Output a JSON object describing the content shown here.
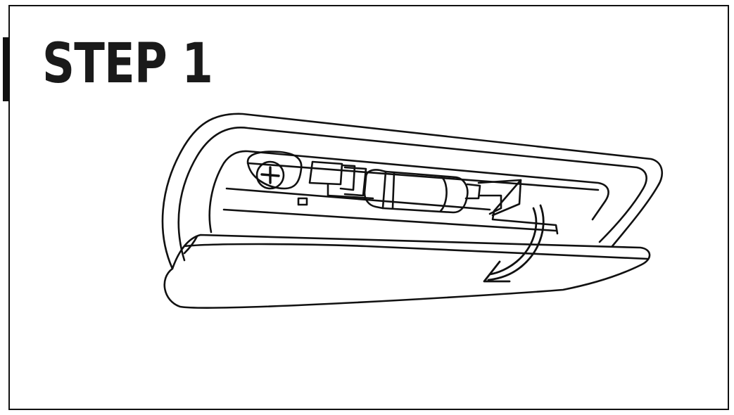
{
  "step": {
    "title": "STEP 1"
  },
  "illustration": {
    "subject": "map-light-cover-removal",
    "line_color": "#111111",
    "background_color": "#ffffff",
    "action": "open-lens-downward"
  }
}
